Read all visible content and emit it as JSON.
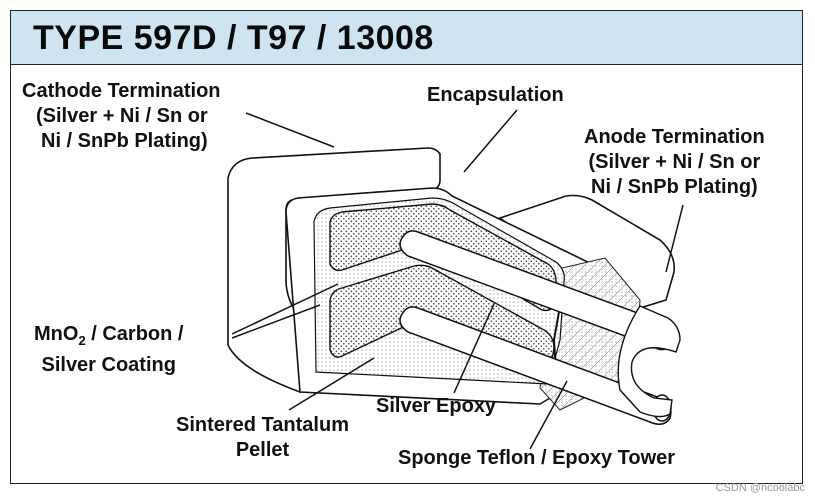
{
  "title": "TYPE 597D / T97 / 13008",
  "labels": {
    "cathode_termination": [
      "Cathode Termination",
      "(Silver + Ni / Sn or",
      "Ni / SnPb Plating)"
    ],
    "encapsulation": "Encapsulation",
    "anode_termination": [
      "Anode Termination",
      "(Silver + Ni / Sn or",
      "Ni / SnPb Plating)"
    ],
    "mno2_coating": [
      "MnO",
      "2",
      " / Carbon /",
      "Silver Coating"
    ],
    "sintered_pellet": [
      "Sintered Tantalum",
      "Pellet"
    ],
    "silver_epoxy": "Silver Epoxy",
    "sponge_teflon": "Sponge Teflon / Epoxy Tower"
  },
  "watermark": "CSDN @hcoolabc"
}
